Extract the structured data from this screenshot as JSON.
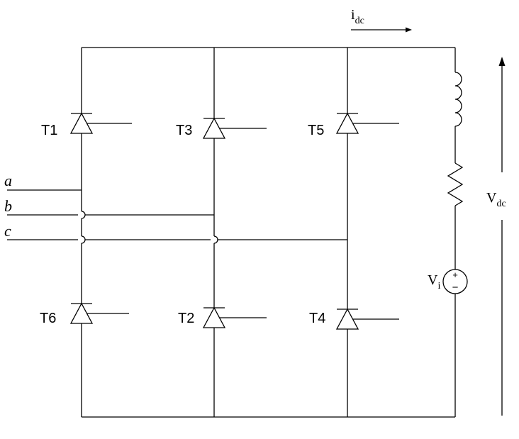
{
  "thyristors": {
    "t1": "T1",
    "t3": "T3",
    "t5": "T5",
    "t6": "T6",
    "t2": "T2",
    "t4": "T4"
  },
  "phases": {
    "a": "a",
    "b": "b",
    "c": "c"
  },
  "current": {
    "symbol": "i",
    "subscript": "dc"
  },
  "voltage_dc": {
    "symbol": "V",
    "subscript": "dc"
  },
  "source": {
    "symbol": "V",
    "subscript": "i",
    "plus": "+",
    "minus": "−"
  }
}
